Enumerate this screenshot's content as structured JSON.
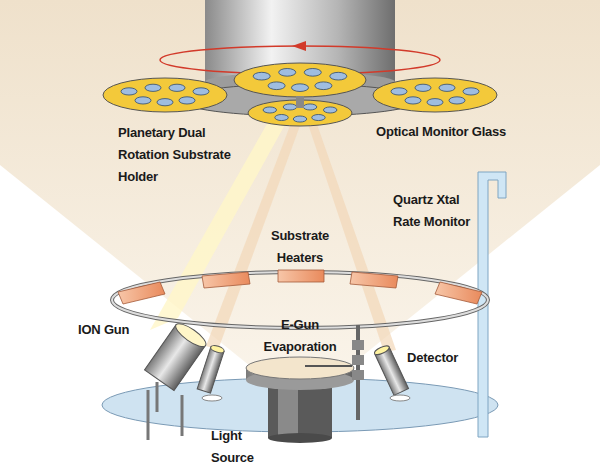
{
  "diagram": {
    "labels": [
      "Planetary Dual Rotation Substrate Holder",
      "Optical Monitor Glass",
      "Quartz Xtal Rate Monitor",
      "Substrate Heaters",
      "ION Gun",
      "E-Gun Evaporation",
      "Detector",
      "Light Source"
    ]
  }
}
